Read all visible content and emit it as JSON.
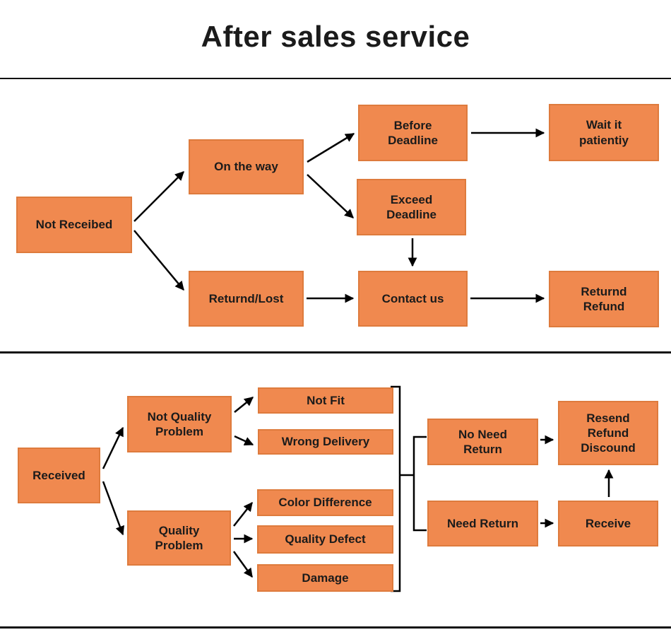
{
  "title": "After sales service",
  "colors": {
    "box_fill": "#F0894F",
    "box_border": "#DE7B3D",
    "line": "#000000",
    "text": "#1B1B1B",
    "divider": "#111111"
  },
  "nodes": {
    "not_received": {
      "label": "Not Receibed"
    },
    "on_the_way": {
      "label": "On the way"
    },
    "before_deadline": {
      "label": "Before\nDeadline"
    },
    "wait_patiently": {
      "label": "Wait it\npatientiy"
    },
    "exceed_deadline": {
      "label": "Exceed\nDeadline"
    },
    "returned_lost": {
      "label": "Returnd/Lost"
    },
    "contact_us": {
      "label": "Contact us"
    },
    "return_refund": {
      "label": "Returnd\nRefund"
    },
    "received": {
      "label": "Received"
    },
    "not_quality_problem": {
      "label": "Not Quality\nProblem"
    },
    "quality_problem": {
      "label": "Quality\nProblem"
    },
    "not_fit": {
      "label": "Not Fit"
    },
    "wrong_delivery": {
      "label": "Wrong Delivery"
    },
    "color_difference": {
      "label": "Color Difference"
    },
    "quality_defect": {
      "label": "Quality Defect"
    },
    "damage": {
      "label": "Damage"
    },
    "no_need_return": {
      "label": "No Need\nReturn"
    },
    "need_return": {
      "label": "Need Return"
    },
    "resend_refund_discount": {
      "label": "Resend\nRefund\nDiscound"
    },
    "receive": {
      "label": "Receive"
    }
  },
  "edges": [
    {
      "from": "Not Receibed",
      "to": "On the way"
    },
    {
      "from": "Not Receibed",
      "to": "Returnd/Lost"
    },
    {
      "from": "On the way",
      "to": "Before Deadline"
    },
    {
      "from": "On the way",
      "to": "Exceed Deadline"
    },
    {
      "from": "Before Deadline",
      "to": "Wait it patientiy"
    },
    {
      "from": "Exceed Deadline",
      "to": "Contact us"
    },
    {
      "from": "Returnd/Lost",
      "to": "Contact us"
    },
    {
      "from": "Contact us",
      "to": "Returnd Refund"
    },
    {
      "from": "Received",
      "to": "Not Quality Problem"
    },
    {
      "from": "Received",
      "to": "Quality Problem"
    },
    {
      "from": "Not Quality Problem",
      "to": "Not Fit"
    },
    {
      "from": "Not Quality Problem",
      "to": "Wrong Delivery"
    },
    {
      "from": "Quality Problem",
      "to": "Color Difference"
    },
    {
      "from": "Quality Problem",
      "to": "Quality Defect"
    },
    {
      "from": "Quality Problem",
      "to": "Damage"
    },
    {
      "from": "outcomes-bracket",
      "to": "No Need Return"
    },
    {
      "from": "outcomes-bracket",
      "to": "Need Return"
    },
    {
      "from": "No Need Return",
      "to": "Resend Refund Discound"
    },
    {
      "from": "Need Return",
      "to": "Receive"
    },
    {
      "from": "Receive",
      "to": "Resend Refund Discound"
    }
  ]
}
